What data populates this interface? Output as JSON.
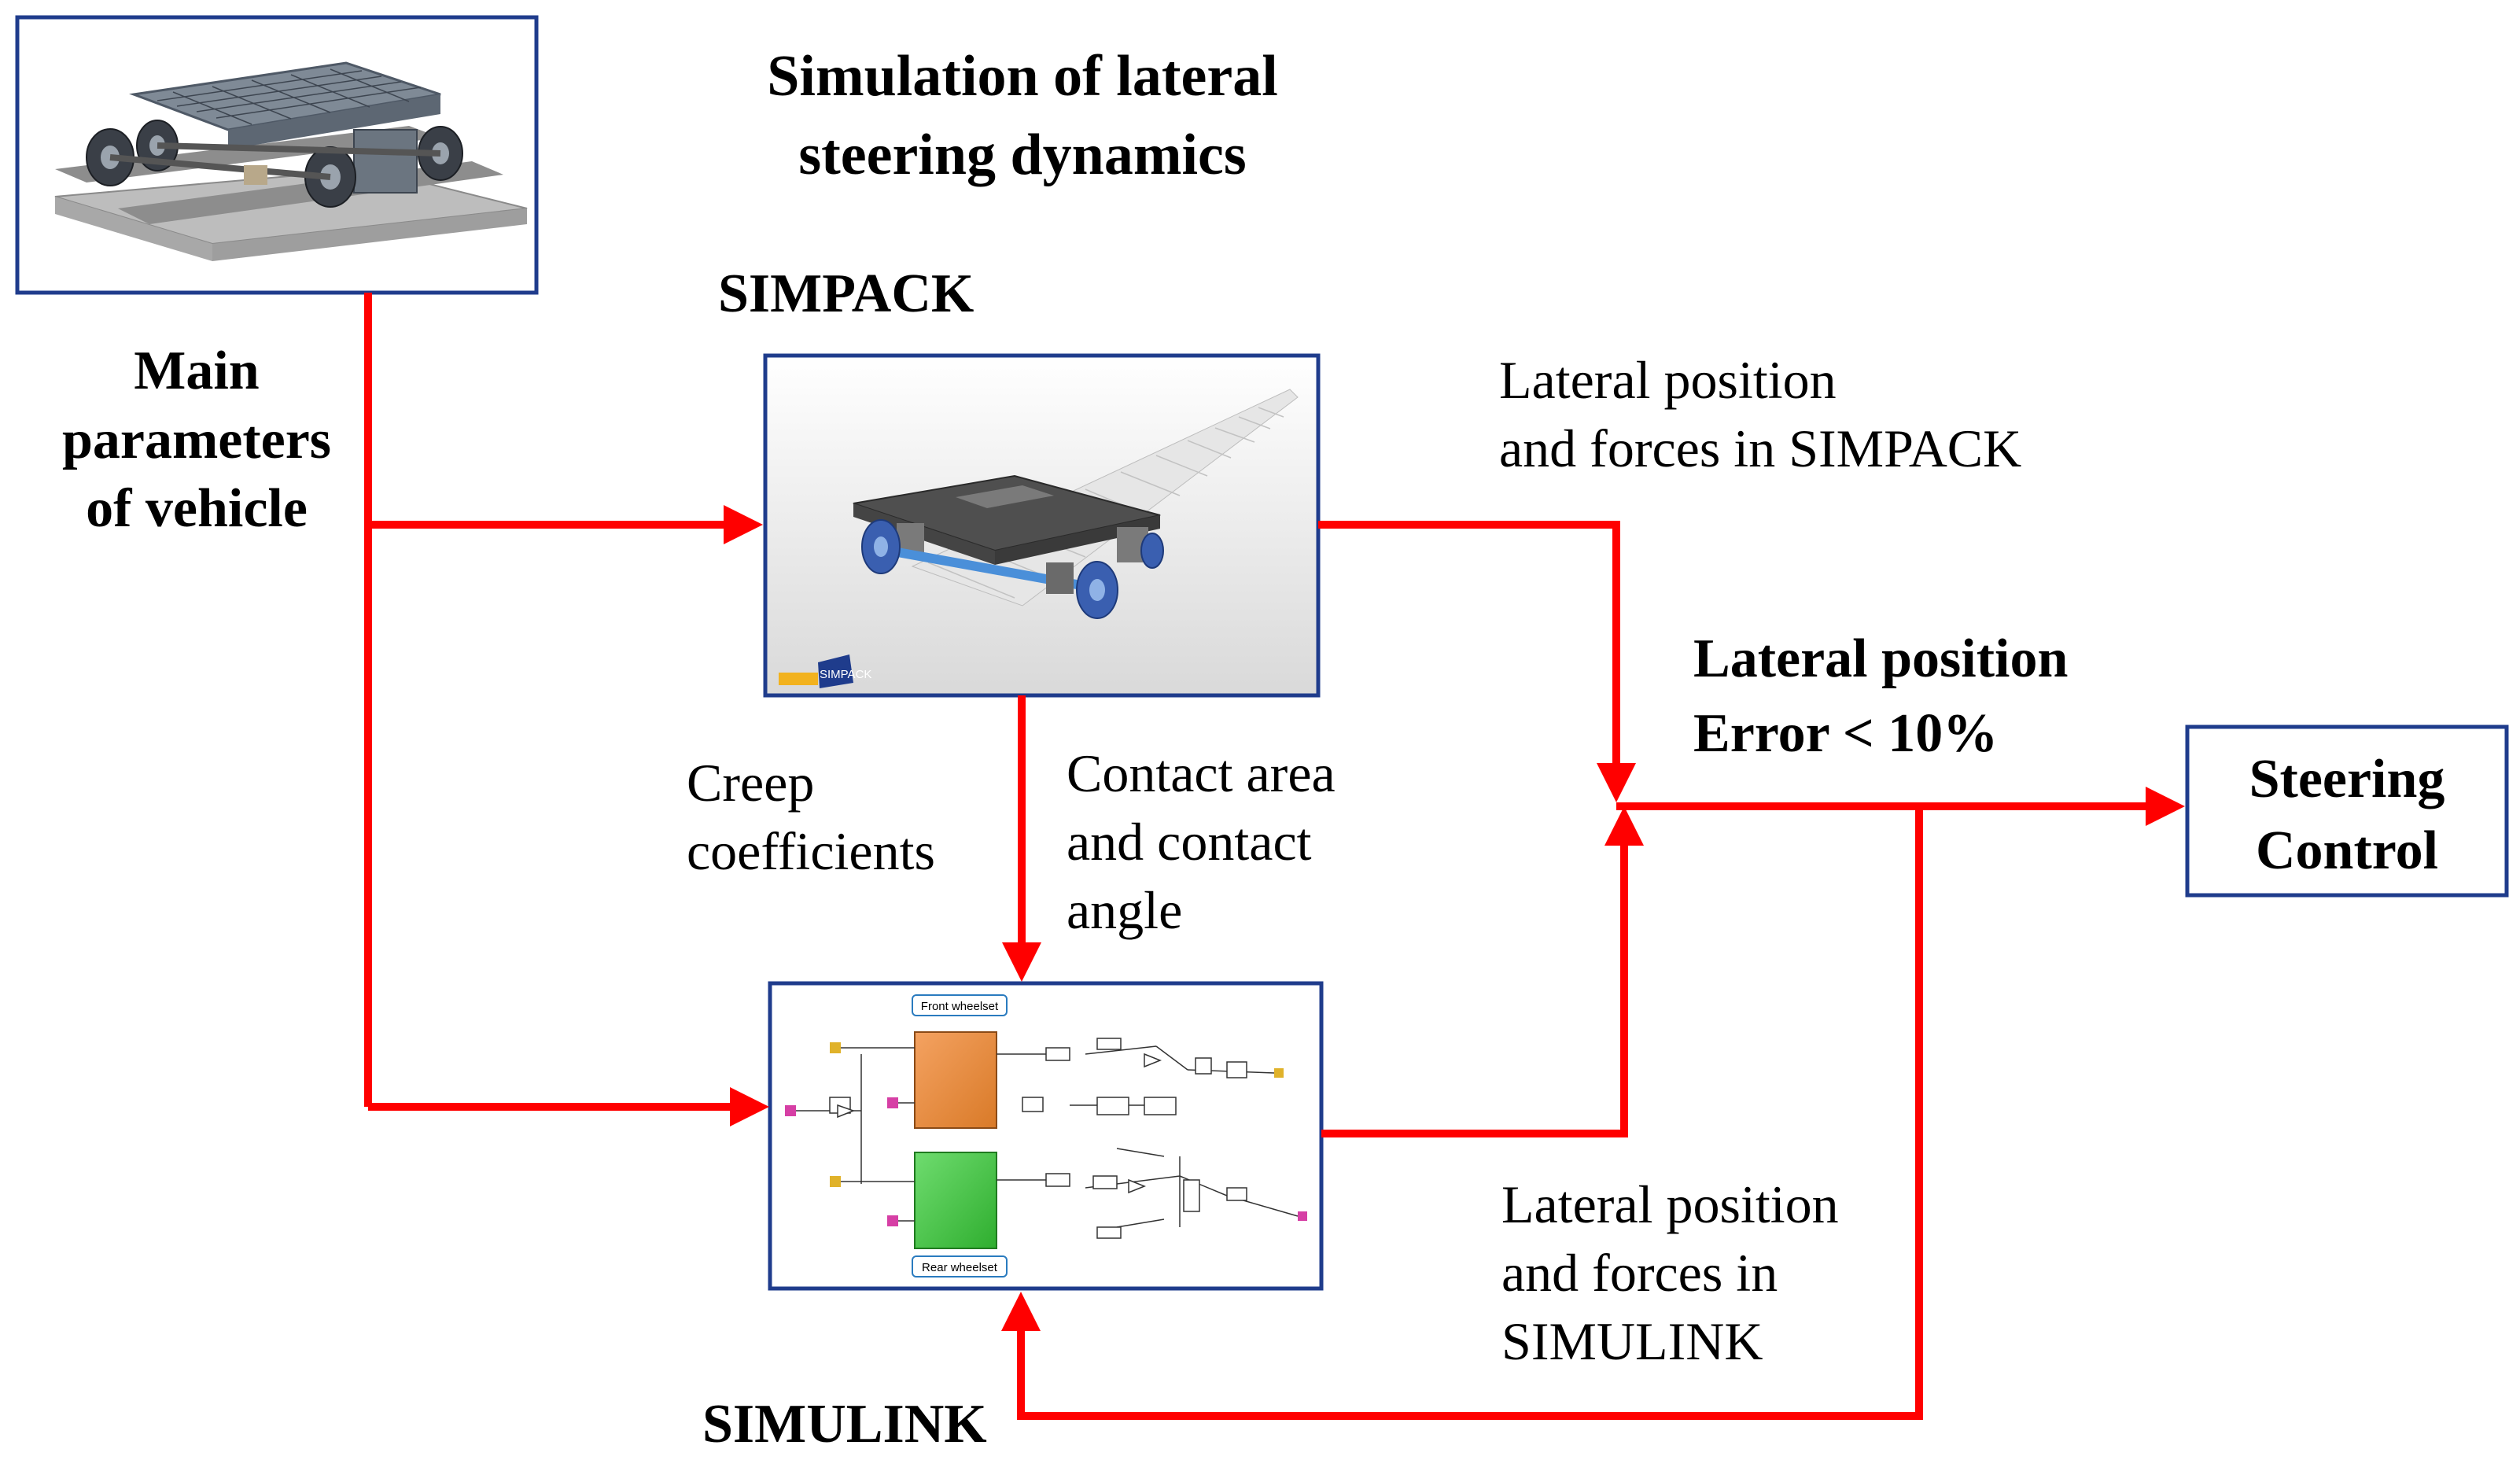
{
  "title": "Simulation of lateral\nsteering dynamics",
  "labels": {
    "simpack": "SIMPACK",
    "simulink": "SIMULINK",
    "main_params": "Main\nparameters\nof vehicle",
    "lateral_simpack": "Lateral position\nand forces in SIMPACK",
    "lateral_error": "Lateral position\nError < 10%",
    "creep": "Creep\ncoefficients",
    "contact": "Contact area\nand contact\nangle",
    "lateral_simulink": "Lateral position\nand forces in\nSIMULINK",
    "steering_control": "Steering\nControl"
  },
  "simulink_model": {
    "front_wheelset": "Front wheelset",
    "rear_wheelset": "Rear wheelset"
  },
  "simpack_logo": "SIMPACK",
  "colors": {
    "arrow": "#ff0000",
    "box_border": "#1f3c8c",
    "front_block": "#e8853a",
    "rear_block": "#3cbf3c"
  }
}
